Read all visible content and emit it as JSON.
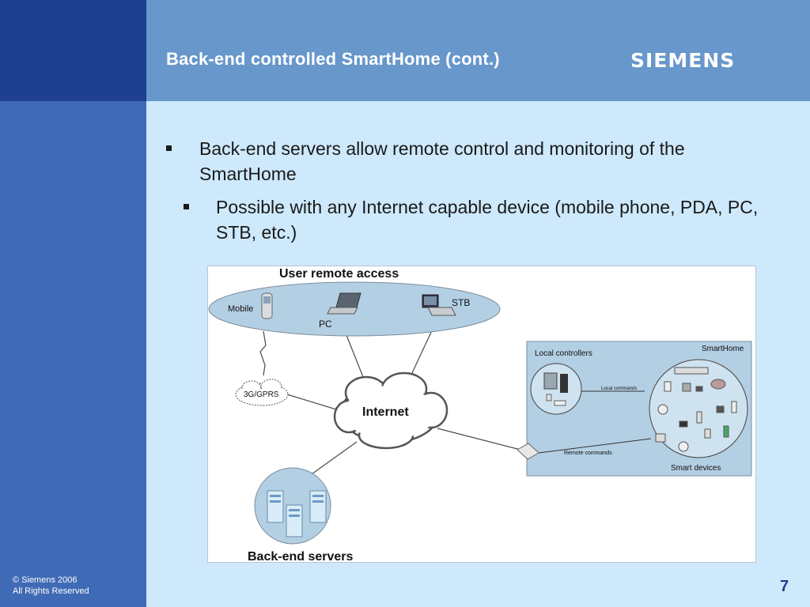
{
  "slide": {
    "title": "Back-end controlled SmartHome (cont.)",
    "logo": "SIEMENS",
    "bullets": [
      "Back-end servers allow remote control and monitoring of the SmartHome",
      "Possible with any Internet capable device (mobile phone, PDA, PC, STB, etc.)"
    ],
    "footer": {
      "copyright": "© Siemens 2006",
      "rights": "All Rights Reserved",
      "page_number": "7"
    }
  },
  "diagram": {
    "user_remote_access": "User remote access",
    "mobile": "Mobile",
    "pc": "PC",
    "stb": "STB",
    "gprs": "3G/GPRS",
    "internet": "Internet",
    "backend_servers": "Back-end servers",
    "local_controllers": "Local controllers",
    "smarthome": "SmartHome",
    "local_commands": "Local commands",
    "remote_commands": "Remote commands",
    "smart_devices": "Smart devices"
  },
  "colors": {
    "background": "#cde9fb",
    "header": "#6797cb",
    "left_top": "#1f3f8f",
    "left_bar": "#3f6ab5"
  }
}
